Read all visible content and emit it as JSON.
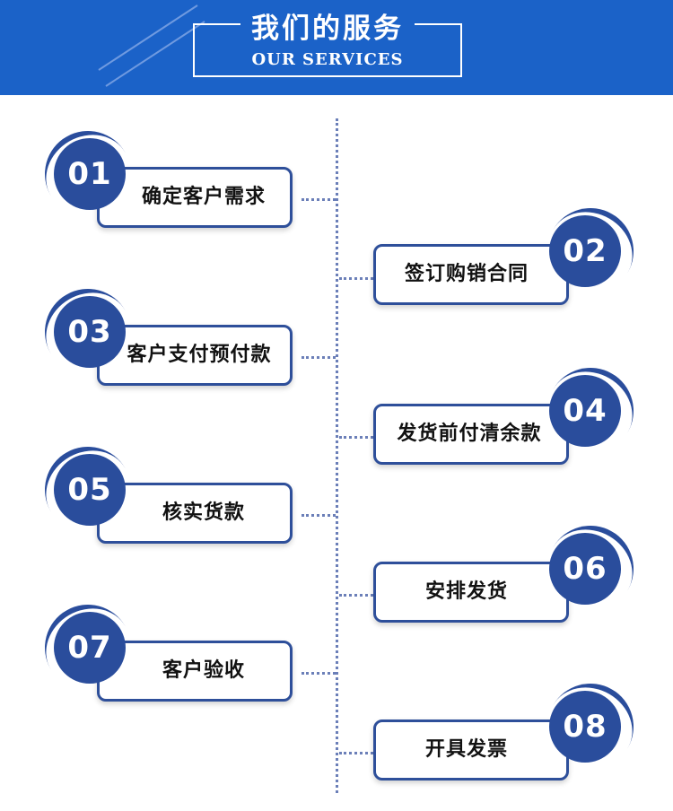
{
  "header": {
    "title_cn": "我们的服务",
    "title_en": "OUR SERVICES"
  },
  "colors": {
    "banner": "#1b62c8",
    "circle": "#2a4d9c",
    "card_border": "#2e4f9a",
    "dotted_line": "#6b7fb8"
  },
  "steps": [
    {
      "number": "01",
      "label": "确定客户需求"
    },
    {
      "number": "02",
      "label": "签订购销合同"
    },
    {
      "number": "03",
      "label": "客户支付预付款"
    },
    {
      "number": "04",
      "label": "发货前付清余款"
    },
    {
      "number": "05",
      "label": "核实货款"
    },
    {
      "number": "06",
      "label": "安排发货"
    },
    {
      "number": "07",
      "label": "客户验收"
    },
    {
      "number": "08",
      "label": "开具发票"
    }
  ]
}
